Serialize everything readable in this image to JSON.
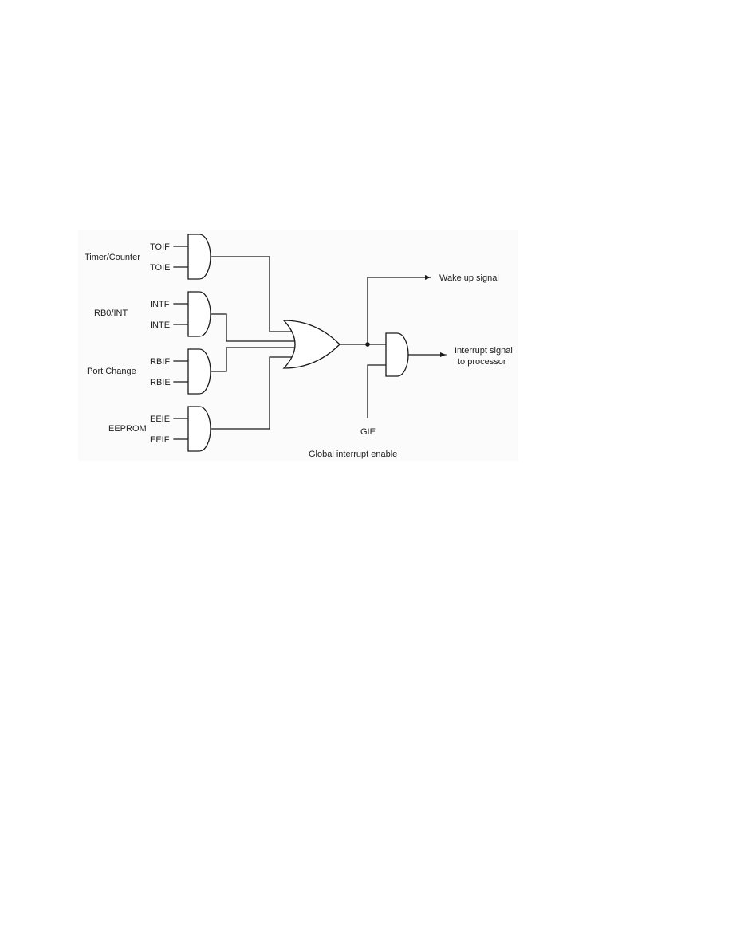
{
  "groups": {
    "timer_counter": "Timer/Counter",
    "rb0_int": "RB0/INT",
    "port_change": "Port Change",
    "eeprom": "EEPROM"
  },
  "inputs": {
    "toif": "TOIF",
    "toie": "TOIE",
    "intf": "INTF",
    "inte": "INTE",
    "rbif": "RBIF",
    "rbie": "RBIE",
    "eeie": "EEIE",
    "eeif": "EEIF"
  },
  "outputs": {
    "wake_up": "Wake up signal",
    "interrupt_line1": "Interrupt signal",
    "interrupt_line2": "to processor"
  },
  "gie": {
    "label": "GIE",
    "caption": "Global interrupt enable"
  }
}
